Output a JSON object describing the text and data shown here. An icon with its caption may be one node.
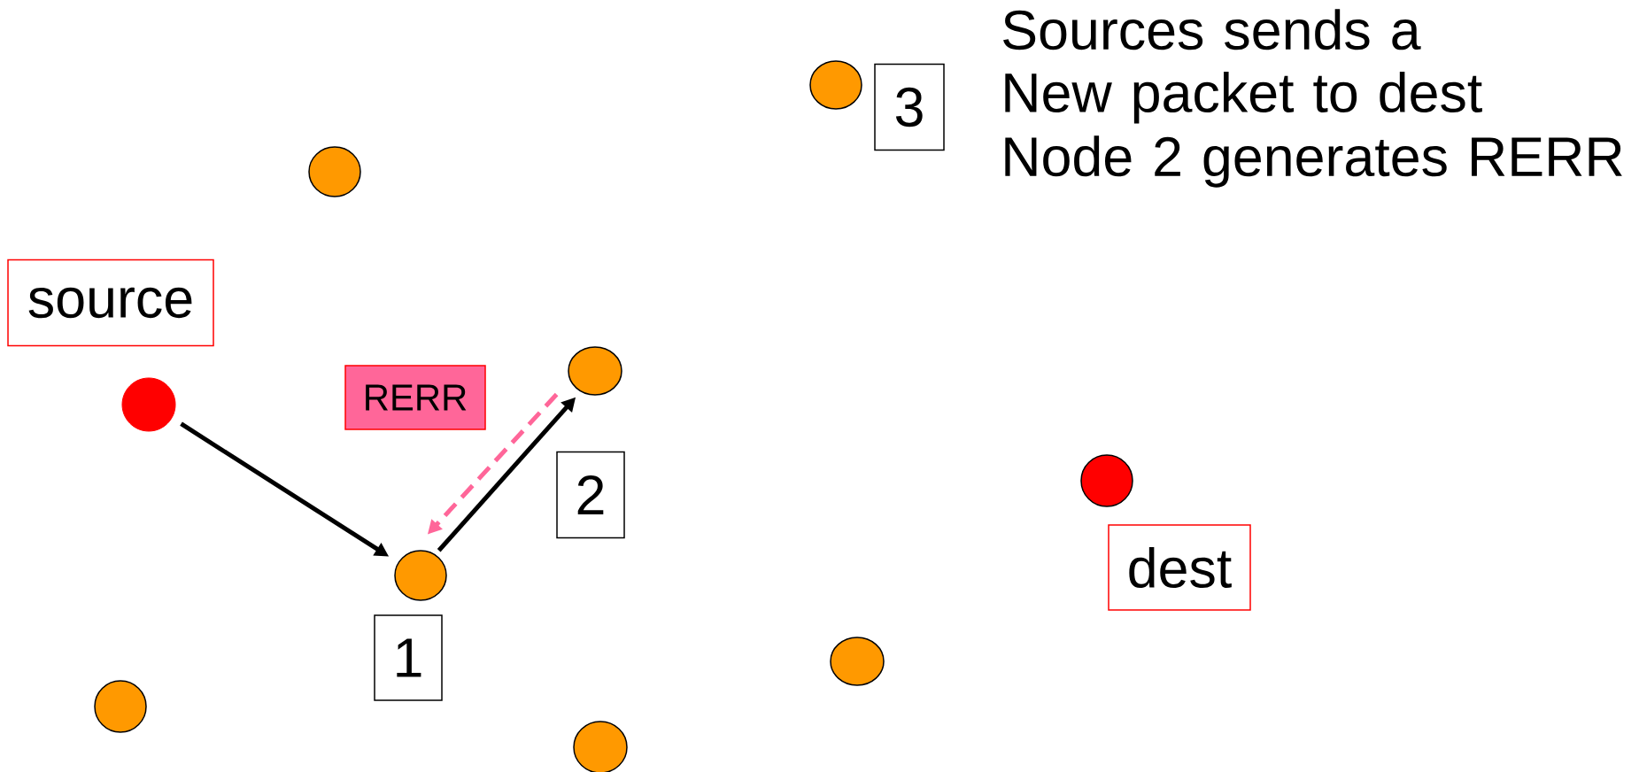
{
  "diagram": {
    "nodes": [
      {
        "text": [],
        "shape": "circle"
      },
      {
        "text": [
          "3"
        ]
      },
      {
        "text": [],
        "shape": "circle"
      },
      {
        "text": [
          "source"
        ]
      },
      {
        "text": [],
        "shape": "circle"
      },
      {
        "text": [
          "RERR"
        ]
      },
      {
        "text": [],
        "shape": "circle"
      },
      {
        "text": [
          "2"
        ]
      },
      {
        "text": [],
        "shape": "circle"
      },
      {
        "text": [
          "dest"
        ]
      },
      {
        "text": [],
        "shape": "circle"
      },
      {
        "text": [
          "1"
        ]
      },
      {
        "text": [],
        "shape": "circle"
      },
      {
        "text": [],
        "shape": "circle"
      },
      {
        "text": [],
        "shape": "circle"
      }
    ],
    "edges": [
      {
        "from": 4,
        "to": 10,
        "arrow": "to"
      },
      {
        "from": 10,
        "to": 6,
        "arrow": "to"
      },
      {
        "from": 6,
        "to": 10,
        "arrow": "to",
        "style": "dashed",
        "color": "#ff6699"
      }
    ],
    "labels": [
      "Sources sends a New packet to dest",
      "Node 2 generates RERR"
    ]
  }
}
